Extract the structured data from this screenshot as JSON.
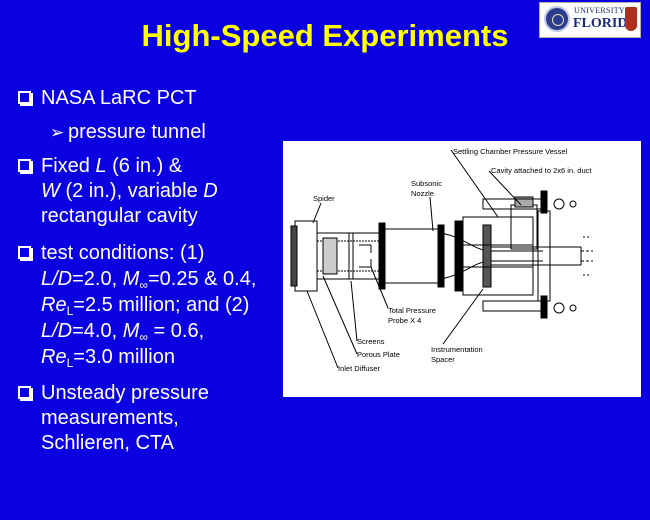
{
  "slide": {
    "title": "High-Speed Experiments",
    "logo": {
      "line1": "UNIVERSITY OF",
      "line2": "FLORIDA"
    }
  },
  "bullets": {
    "b1": {
      "text": "NASA LaRC PCT",
      "sub": "pressure tunnel"
    },
    "b2": {
      "line1_a": "Fixed ",
      "line1_L": "L",
      "line1_b": " (6 in.) &",
      "line2_W": "W",
      "line2_b": " (2 in.), variable ",
      "line2_D": "D",
      "line3": "rectangular cavity"
    },
    "b3": {
      "line1": "test conditions:  (1)",
      "line2_LD": "L/D",
      "line2_a": "=2.0, ",
      "line2_M": "M",
      "line2_sub": "∞",
      "line2_b": "=0.25 & 0.4,",
      "line3_Re": "Re",
      "line3_sub": "L",
      "line3_b": "=2.5 million; and (2)",
      "line4_LD": "L/D",
      "line4_a": "=4.0, ",
      "line4_M": "M",
      "line4_sub": "∞",
      "line4_b": " = 0.6,",
      "line5_Re": "Re",
      "line5_sub": "L",
      "line5_b": "=3.0 million"
    },
    "b4": {
      "line1": "Unsteady pressure",
      "line2": "measurements,",
      "line3": "Schlieren, CTA"
    }
  },
  "diagram": {
    "labels": {
      "settling": "Settling Chamber Pressure Vessel",
      "cavity": "Cavity attached to 2x6 in. duct",
      "spider": "Spider",
      "subsonic1": "Subsonic",
      "subsonic2": "Nozzle",
      "probe1": "Total Pressure",
      "probe2": "Probe X 4",
      "screens": "Screens",
      "porous": "Porous Plate",
      "inlet": "Inlet Diffuser",
      "instr1": "Instrumentation",
      "instr2": "Spacer"
    }
  },
  "colors": {
    "background": "#0b00e0",
    "title": "#ffff00",
    "text": "#ffffff"
  }
}
